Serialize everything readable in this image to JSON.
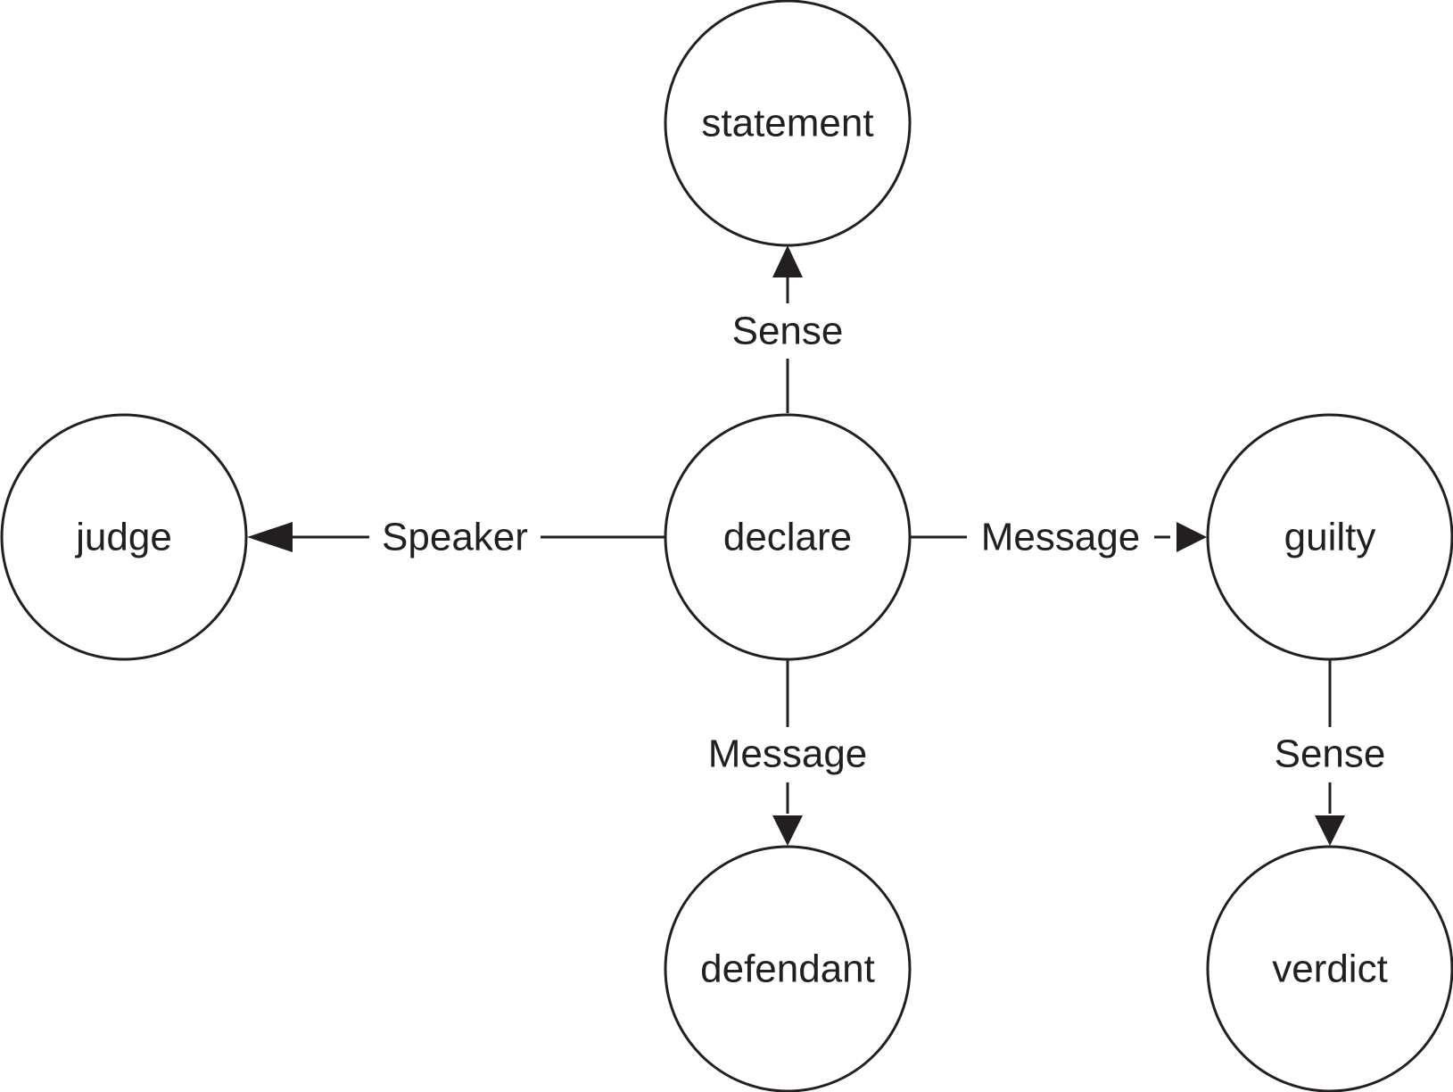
{
  "nodes": {
    "statement": "statement",
    "judge": "judge",
    "declare": "declare",
    "guilty": "guilty",
    "defendant": "defendant",
    "verdict": "verdict"
  },
  "edges": [
    {
      "from": "declare",
      "to": "statement",
      "label": "Sense"
    },
    {
      "from": "declare",
      "to": "judge",
      "label": "Speaker"
    },
    {
      "from": "declare",
      "to": "guilty",
      "label": "Message"
    },
    {
      "from": "declare",
      "to": "defendant",
      "label": "Message"
    },
    {
      "from": "guilty",
      "to": "verdict",
      "label": "Sense"
    }
  ]
}
